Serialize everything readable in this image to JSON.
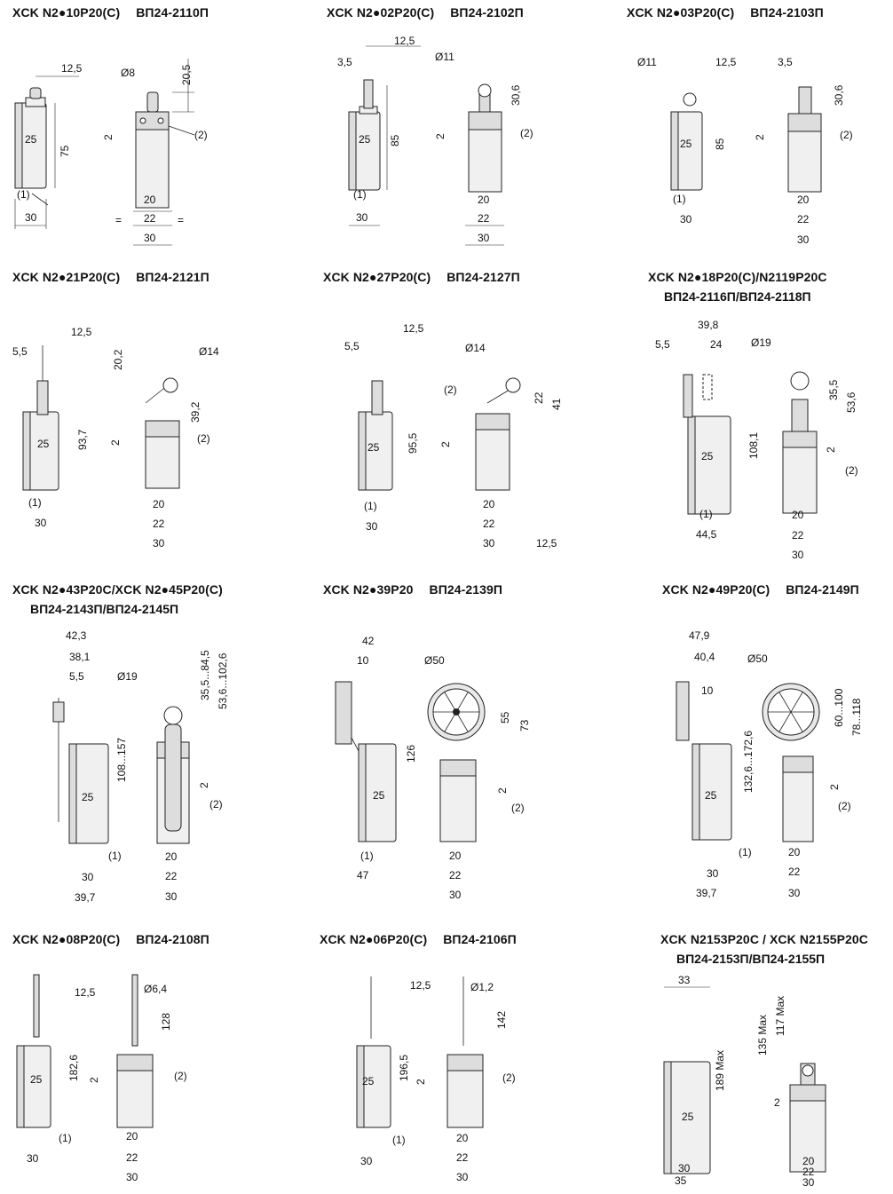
{
  "cells": [
    {
      "id": "c1",
      "title": "XCK N2●10P20(C)",
      "code": "ВП24-2110П",
      "actuator": "plunger",
      "dims_left": [
        "12,5",
        "25",
        "75",
        "30",
        "(1)"
      ],
      "dims_right": [
        "Ø8",
        "20,5",
        "2",
        "(2)",
        "20",
        "22",
        "30",
        "="
      ]
    },
    {
      "id": "c2",
      "title": "XCK N2●02P20(C)",
      "code": "ВП24-2102П",
      "actuator": "roller-plunger",
      "dims_left": [
        "12,5",
        "3,5",
        "25",
        "85",
        "30",
        "(1)"
      ],
      "dims_right": [
        "Ø11",
        "30,6",
        "2",
        "(2)",
        "20",
        "22",
        "30",
        "="
      ]
    },
    {
      "id": "c3",
      "title": "XCK N2●03P20(C)",
      "code": "ВП24-2103П",
      "actuator": "roller-plunger-cross",
      "dims_left": [
        "Ø11",
        "12,5",
        "25",
        "85",
        "30",
        "(1)"
      ],
      "dims_right": [
        "3,5",
        "30,6",
        "2",
        "(2)",
        "20",
        "22",
        "30",
        "="
      ]
    },
    {
      "id": "c4",
      "title": "XCK N2●21P20(C)",
      "code": "ВП24-2121П",
      "actuator": "roller-lever",
      "dims_left": [
        "12,5",
        "5,5",
        "25",
        "93,7",
        "30",
        "(1)"
      ],
      "dims_right": [
        "20,2",
        "Ø14",
        "39,2",
        "2",
        "(2)",
        "20",
        "22",
        "30",
        "="
      ]
    },
    {
      "id": "c5",
      "title": "XCK N2●27P20(C)",
      "code": "ВП24-2127П",
      "actuator": "roller-lever-cross",
      "dims_left": [
        "12,5",
        "5,5",
        "25",
        "95,5",
        "30",
        "(1)"
      ],
      "dims_right": [
        "Ø14",
        "22",
        "41",
        "(2)",
        "2",
        "20",
        "22",
        "30",
        "12,5",
        "="
      ]
    },
    {
      "id": "c6",
      "title": "XCK N2●18P20(C)/N2119P20C",
      "code": "ВП24-2116П/ВП24-2118П",
      "actuator": "adjustable-roller-lever",
      "dims_left": [
        "39,8",
        "24",
        "5,5",
        "25",
        "108,1",
        "44,5",
        "(1)"
      ],
      "dims_right": [
        "Ø19",
        "35,5",
        "53,6",
        "2",
        "(2)",
        "20",
        "22",
        "30",
        "="
      ]
    },
    {
      "id": "c7",
      "title": "XCK N2●43P20C/XCK N2●45P20(C)",
      "code": "ВП24-2143П/ВП24-2145П",
      "actuator": "adjustable-lever",
      "dims_left": [
        "42,3",
        "38,1",
        "5,5",
        "25",
        "108...157",
        "30",
        "39,7",
        "(1)"
      ],
      "dims_right": [
        "Ø19",
        "35,5...84,5",
        "53,6...102,6",
        "2",
        "(2)",
        "20",
        "22",
        "30",
        "="
      ]
    },
    {
      "id": "c8",
      "title": "XCK N2●39P20",
      "code": "ВП24-2139П",
      "actuator": "rubber-wheel",
      "dims_left": [
        "42",
        "10",
        "25",
        "126",
        "47",
        "(1)"
      ],
      "dims_right": [
        "Ø50",
        "55",
        "73",
        "2",
        "(2)",
        "20",
        "22",
        "30",
        "="
      ]
    },
    {
      "id": "c9",
      "title": "XCK N2●49P20(C)",
      "code": "ВП24-2149П",
      "actuator": "adjustable-wheel",
      "dims_left": [
        "47,9",
        "40,4",
        "10",
        "25",
        "132,6...172,6",
        "30",
        "39,7",
        "(1)"
      ],
      "dims_right": [
        "Ø50",
        "60...100",
        "78...118",
        "2",
        "(2)",
        "20",
        "22",
        "30",
        "="
      ]
    },
    {
      "id": "c10",
      "title": "XCK N2●08P20(C)",
      "code": "ВП24-2108П",
      "actuator": "spring-rod",
      "dims_left": [
        "12,5",
        "25",
        "182,6",
        "30",
        "(1)"
      ],
      "dims_right": [
        "Ø6,4",
        "128",
        "2",
        "(2)",
        "20",
        "22",
        "30",
        "="
      ]
    },
    {
      "id": "c11",
      "title": "XCK N2●06P20(C)",
      "code": "ВП24-2106П",
      "actuator": "cat-whisker",
      "dims_left": [
        "12,5",
        "25",
        "196,5",
        "30",
        "(1)"
      ],
      "dims_right": [
        "Ø1,2",
        "142",
        "2",
        "(2)",
        "20",
        "22",
        "30",
        "="
      ]
    },
    {
      "id": "c12",
      "title": "XCK N2153P20C / XCK N2155P20C",
      "code": "ВП24-2153П/ВП24-2155П",
      "actuator": "multidirectional",
      "dims_left": [
        "33",
        "189 Max",
        "25",
        "30",
        "35"
      ],
      "dims_right": [
        "135 Max",
        "117 Max",
        "2",
        "20",
        "22",
        "30"
      ]
    }
  ]
}
